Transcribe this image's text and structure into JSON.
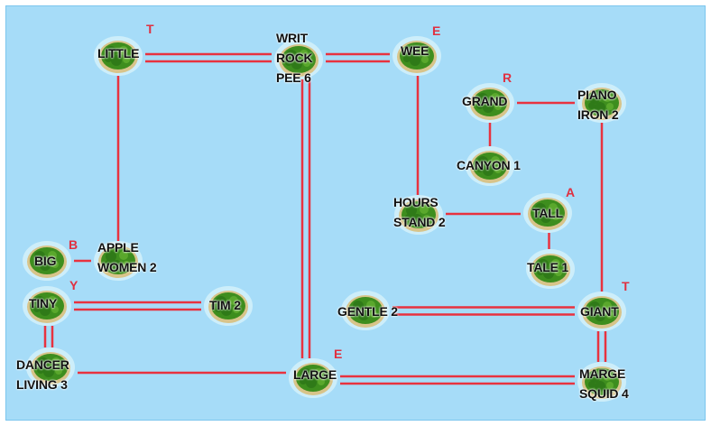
{
  "colors": {
    "sea": "#a6dcf8",
    "bridge": "#e8323f",
    "island_green": "#3e8e1e",
    "letter": "#e03040"
  },
  "islands": [
    {
      "id": "little",
      "lines": [
        "LITTLE"
      ]
    },
    {
      "id": "writ",
      "lines": [
        "WRIT",
        "ROCK",
        "PEE 6"
      ]
    },
    {
      "id": "wee",
      "lines": [
        "WEE"
      ]
    },
    {
      "id": "grand",
      "lines": [
        "GRAND"
      ]
    },
    {
      "id": "piano",
      "lines": [
        "PIANO",
        "IRON 2"
      ]
    },
    {
      "id": "canyon",
      "lines": [
        "CANYON 1"
      ]
    },
    {
      "id": "hours",
      "lines": [
        "HOURS",
        "STAND 2"
      ]
    },
    {
      "id": "tall",
      "lines": [
        "TALL"
      ]
    },
    {
      "id": "tale",
      "lines": [
        "TALE 1"
      ]
    },
    {
      "id": "big",
      "lines": [
        "BIG"
      ]
    },
    {
      "id": "apple",
      "lines": [
        "APPLE",
        "WOMEN 2"
      ]
    },
    {
      "id": "tiny",
      "lines": [
        "TINY"
      ]
    },
    {
      "id": "tim",
      "lines": [
        "TIM 2"
      ]
    },
    {
      "id": "gentle",
      "lines": [
        "GENTLE 2"
      ]
    },
    {
      "id": "giant",
      "lines": [
        "GIANT"
      ]
    },
    {
      "id": "dancer",
      "lines": [
        "DANCER",
        "LIVING 3"
      ]
    },
    {
      "id": "large",
      "lines": [
        "LARGE"
      ]
    },
    {
      "id": "marge",
      "lines": [
        "MARGE",
        "SQUID 4"
      ]
    }
  ],
  "letters": [
    {
      "island": "little",
      "char": "T"
    },
    {
      "island": "wee",
      "char": "E"
    },
    {
      "island": "grand",
      "char": "R"
    },
    {
      "island": "tall",
      "char": "A"
    },
    {
      "island": "big",
      "char": "B"
    },
    {
      "island": "tiny",
      "char": "Y"
    },
    {
      "island": "giant",
      "char": "T"
    },
    {
      "island": "large",
      "char": "E"
    }
  ],
  "bridges": [
    {
      "from": "little",
      "to": "writ",
      "count": 2
    },
    {
      "from": "writ",
      "to": "wee",
      "count": 2
    },
    {
      "from": "little",
      "to": "apple",
      "count": 1
    },
    {
      "from": "writ",
      "to": "large",
      "count": 2
    },
    {
      "from": "wee",
      "to": "hours",
      "count": 1
    },
    {
      "from": "grand",
      "to": "piano",
      "count": 1
    },
    {
      "from": "grand",
      "to": "canyon",
      "count": 1
    },
    {
      "from": "piano",
      "to": "giant",
      "count": 1
    },
    {
      "from": "hours",
      "to": "tall",
      "count": 1
    },
    {
      "from": "tall",
      "to": "tale",
      "count": 1
    },
    {
      "from": "big",
      "to": "apple",
      "count": 1
    },
    {
      "from": "tiny",
      "to": "tim",
      "count": 2
    },
    {
      "from": "tiny",
      "to": "dancer",
      "count": 2
    },
    {
      "from": "dancer",
      "to": "large",
      "count": 1
    },
    {
      "from": "gentle",
      "to": "giant",
      "count": 2
    },
    {
      "from": "giant",
      "to": "marge",
      "count": 2
    },
    {
      "from": "large",
      "to": "marge",
      "count": 2
    }
  ]
}
